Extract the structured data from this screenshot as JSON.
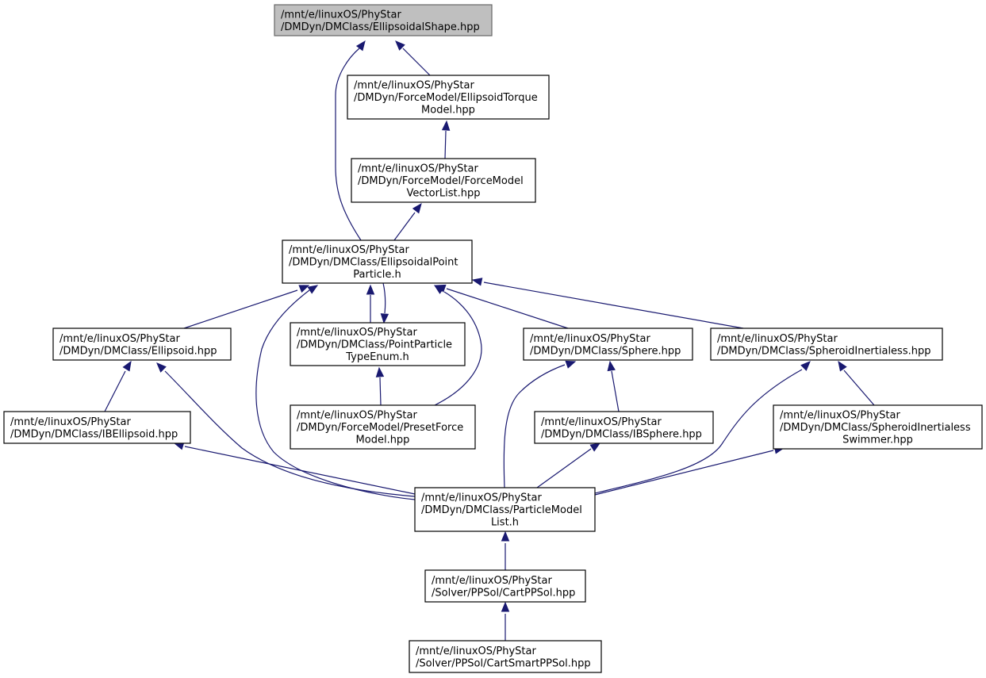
{
  "graph": {
    "colors": {
      "edge": "#191970",
      "root_fill": "#bfbfbf",
      "node_fill": "#ffffff",
      "border": "#000000"
    },
    "nodes": [
      {
        "id": "ellipsoidal_shape",
        "lines": [
          "/mnt/e/linuxOS/PhyStar",
          "/DMDyn/DMClass/EllipsoidalShape.hpp"
        ],
        "root": true
      },
      {
        "id": "ellipsoid_torque_model",
        "lines": [
          "/mnt/e/linuxOS/PhyStar",
          "/DMDyn/ForceModel/EllipsoidTorque",
          "Model.hpp"
        ]
      },
      {
        "id": "force_model_vector_list",
        "lines": [
          "/mnt/e/linuxOS/PhyStar",
          "/DMDyn/ForceModel/ForceModel",
          "VectorList.hpp"
        ]
      },
      {
        "id": "ellipsoidal_point_particle",
        "lines": [
          "/mnt/e/linuxOS/PhyStar",
          "/DMDyn/DMClass/EllipsoidalPoint",
          "Particle.h"
        ]
      },
      {
        "id": "ellipsoid",
        "lines": [
          "/mnt/e/linuxOS/PhyStar",
          "/DMDyn/DMClass/Ellipsoid.hpp"
        ]
      },
      {
        "id": "point_particle_type_enum",
        "lines": [
          "/mnt/e/linuxOS/PhyStar",
          "/DMDyn/DMClass/PointParticle",
          "TypeEnum.h"
        ]
      },
      {
        "id": "sphere",
        "lines": [
          "/mnt/e/linuxOS/PhyStar",
          "/DMDyn/DMClass/Sphere.hpp"
        ]
      },
      {
        "id": "spheroid_inertialess",
        "lines": [
          "/mnt/e/linuxOS/PhyStar",
          "/DMDyn/DMClass/SpheroidInertialess.hpp"
        ]
      },
      {
        "id": "ib_ellipsoid",
        "lines": [
          "/mnt/e/linuxOS/PhyStar",
          "/DMDyn/DMClass/IBEllipsoid.hpp"
        ]
      },
      {
        "id": "preset_force_model",
        "lines": [
          "/mnt/e/linuxOS/PhyStar",
          "/DMDyn/ForceModel/PresetForce",
          "Model.hpp"
        ]
      },
      {
        "id": "ib_sphere",
        "lines": [
          "/mnt/e/linuxOS/PhyStar",
          "/DMDyn/DMClass/IBSphere.hpp"
        ]
      },
      {
        "id": "spheroid_inertialess_swimmer",
        "lines": [
          "/mnt/e/linuxOS/PhyStar",
          "/DMDyn/DMClass/SpheroidInertialess",
          "Swimmer.hpp"
        ]
      },
      {
        "id": "particle_model_list",
        "lines": [
          "/mnt/e/linuxOS/PhyStar",
          "/DMDyn/DMClass/ParticleModel",
          "List.h"
        ]
      },
      {
        "id": "cart_pp_sol",
        "lines": [
          "/mnt/e/linuxOS/PhyStar",
          "/Solver/PPSol/CartPPSol.hpp"
        ]
      },
      {
        "id": "cart_smart_pp_sol",
        "lines": [
          "/mnt/e/linuxOS/PhyStar",
          "/Solver/PPSol/CartSmartPPSol.hpp"
        ]
      }
    ],
    "edges": [
      {
        "from": "ellipsoid_torque_model",
        "to": "ellipsoidal_shape"
      },
      {
        "from": "ellipsoidal_point_particle",
        "to": "ellipsoidal_shape"
      },
      {
        "from": "force_model_vector_list",
        "to": "ellipsoid_torque_model"
      },
      {
        "from": "ellipsoidal_point_particle",
        "to": "force_model_vector_list"
      },
      {
        "from": "ellipsoid",
        "to": "ellipsoidal_point_particle"
      },
      {
        "from": "point_particle_type_enum",
        "to": "ellipsoidal_point_particle"
      },
      {
        "from": "ellipsoidal_point_particle",
        "to": "point_particle_type_enum"
      },
      {
        "from": "preset_force_model",
        "to": "ellipsoidal_point_particle"
      },
      {
        "from": "sphere",
        "to": "ellipsoidal_point_particle"
      },
      {
        "from": "spheroid_inertialess",
        "to": "ellipsoidal_point_particle"
      },
      {
        "from": "particle_model_list",
        "to": "ellipsoidal_point_particle"
      },
      {
        "from": "ib_ellipsoid",
        "to": "ellipsoid"
      },
      {
        "from": "particle_model_list",
        "to": "ellipsoid"
      },
      {
        "from": "preset_force_model",
        "to": "point_particle_type_enum"
      },
      {
        "from": "ib_sphere",
        "to": "sphere"
      },
      {
        "from": "particle_model_list",
        "to": "sphere"
      },
      {
        "from": "spheroid_inertialess_swimmer",
        "to": "spheroid_inertialess"
      },
      {
        "from": "particle_model_list",
        "to": "spheroid_inertialess"
      },
      {
        "from": "particle_model_list",
        "to": "ib_ellipsoid"
      },
      {
        "from": "particle_model_list",
        "to": "ib_sphere"
      },
      {
        "from": "particle_model_list",
        "to": "spheroid_inertialess_swimmer"
      },
      {
        "from": "cart_pp_sol",
        "to": "particle_model_list"
      },
      {
        "from": "cart_smart_pp_sol",
        "to": "cart_pp_sol"
      }
    ]
  }
}
